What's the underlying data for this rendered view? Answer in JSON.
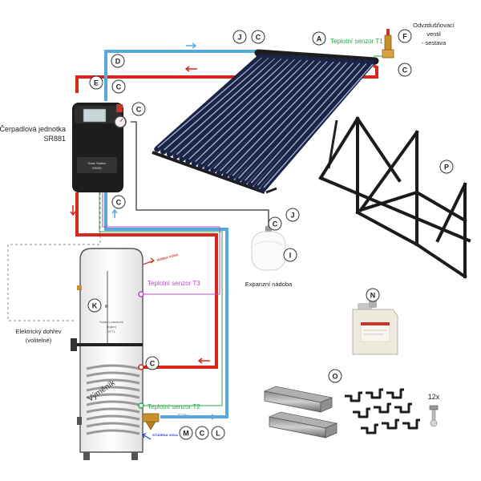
{
  "labels": {
    "pump_unit": [
      "Čerpadlová jednotka",
      "SR881"
    ],
    "sensor_t1": "Teplotní senzor T1",
    "air_valve": [
      "Odvzdušňovací",
      "ventil",
      "- sestava"
    ],
    "sensor_t3": "Teplotní senzor T3",
    "sensor_t2": "Teplotní senzor T2",
    "expansion_tank": "Expanzní nádoba",
    "heater": [
      "Elektrický dohřev",
      "(volitelné)"
    ],
    "filter": "Filtr",
    "hot_water": "HORKÁ VODA",
    "cold_water": "STUDENÁ VODA",
    "exchanger": "Výměník",
    "tank_inner": [
      "Solární zásobník",
      "(bojler)",
      "JPT1"
    ],
    "screws_qty": "12x",
    "controller": [
      "Solar Station",
      "SR881"
    ]
  },
  "badges": [
    "A",
    "C",
    "D",
    "E",
    "F",
    "I",
    "J",
    "K",
    "L",
    "M",
    "N",
    "O",
    "P"
  ],
  "colors": {
    "hot_pipe": "#d8261c",
    "cold_pipe": "#5aa7dd",
    "sensor_t1": "#2aa84a",
    "sensor_t2": "#2aa84a",
    "sensor_t3": "#b44bc0",
    "dark_unit": "#1d1d1d",
    "filter_brass": "#c8902a"
  }
}
